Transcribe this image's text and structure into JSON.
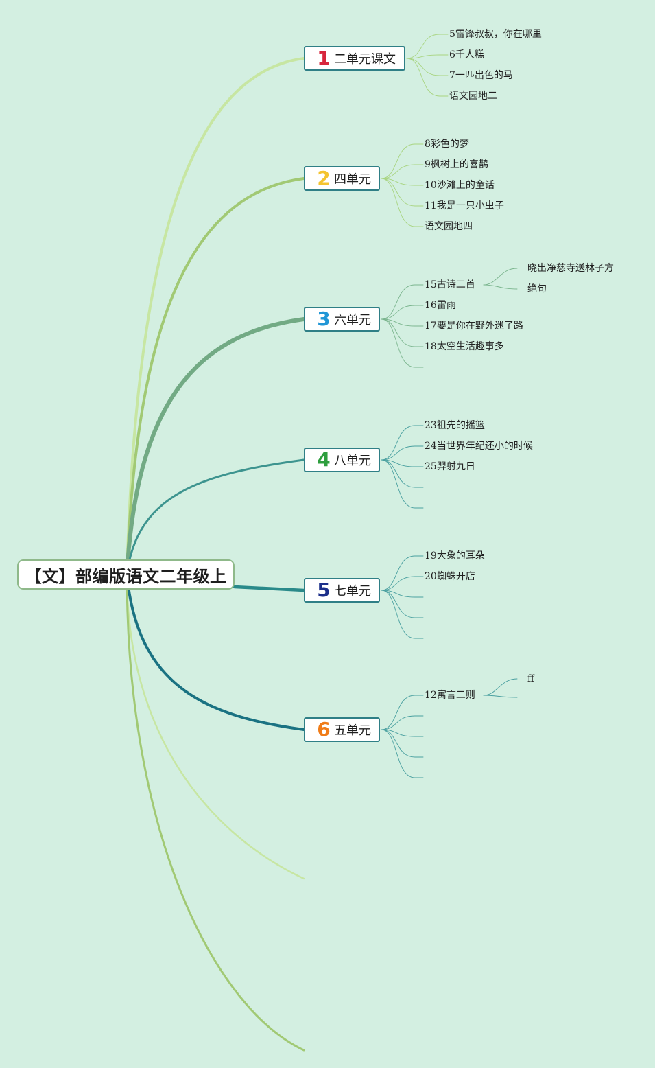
{
  "root": {
    "title": "【文】部编版语文二年级上"
  },
  "units": [
    {
      "number": "1",
      "label": "二单元课文",
      "number_color": "#d7263d",
      "line_color": "#c7e6a2",
      "topics": [
        {
          "label": "5雷锋叔叔，你在哪里",
          "children": []
        },
        {
          "label": "6千人糕",
          "children": []
        },
        {
          "label": "7一匹出色的马",
          "children": []
        },
        {
          "label": "语文园地二",
          "children": []
        }
      ]
    },
    {
      "number": "2",
      "label": "四单元",
      "number_color": "#f4c430",
      "line_color": "#a1c974",
      "topics": [
        {
          "label": "8彩色的梦",
          "children": []
        },
        {
          "label": "9枫树上的喜鹊",
          "children": []
        },
        {
          "label": "10沙滩上的童话",
          "children": []
        },
        {
          "label": "11我是一只小虫子",
          "children": []
        },
        {
          "label": "语文园地四",
          "children": []
        }
      ]
    },
    {
      "number": "3",
      "label": "六单元",
      "number_color": "#2196d6",
      "line_color": "#72aa84",
      "topics": [
        {
          "label": "15古诗二首",
          "children": [
            "晓出净慈寺送林子方",
            "绝句"
          ]
        },
        {
          "label": "16雷雨",
          "children": []
        },
        {
          "label": "17要是你在野外迷了路",
          "children": []
        },
        {
          "label": "18太空生活趣事多",
          "children": []
        },
        {
          "label": "",
          "children": []
        }
      ]
    },
    {
      "number": "4",
      "label": "八单元",
      "number_color": "#2e9e3e",
      "line_color": "#3d948f",
      "topics": [
        {
          "label": "23祖先的摇篮",
          "children": []
        },
        {
          "label": "24当世界年纪还小的时候",
          "children": []
        },
        {
          "label": "25羿射九日",
          "children": []
        },
        {
          "label": "",
          "children": []
        },
        {
          "label": "",
          "children": []
        }
      ]
    },
    {
      "number": "5",
      "label": "七单元",
      "number_color": "#1c2f8a",
      "line_color": "#2a8a8a",
      "topics": [
        {
          "label": "19大象的耳朵",
          "children": []
        },
        {
          "label": "20蜘蛛开店",
          "children": []
        },
        {
          "label": "",
          "children": []
        },
        {
          "label": "",
          "children": []
        },
        {
          "label": "",
          "children": []
        }
      ]
    },
    {
      "number": "6",
      "label": "五单元",
      "number_color": "#f07c18",
      "line_color": "#1a7282",
      "topics": [
        {
          "label": "12寓言二则",
          "children": [
            "ff",
            ""
          ]
        },
        {
          "label": "",
          "children": []
        },
        {
          "label": "",
          "children": []
        },
        {
          "label": "",
          "children": []
        },
        {
          "label": "",
          "children": []
        }
      ]
    }
  ],
  "extra_branch_colors": [
    "#c7e6a2",
    "#a1c974"
  ]
}
